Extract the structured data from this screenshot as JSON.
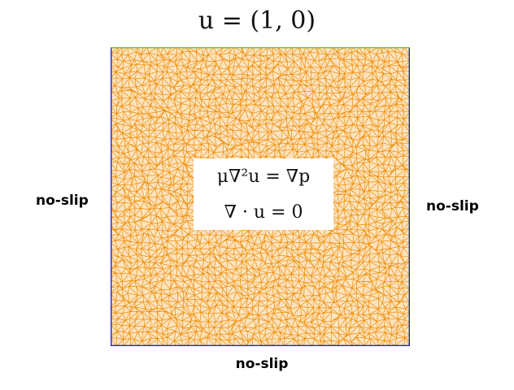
{
  "top_boundary_label": "u = (1, 0)",
  "left_boundary_label": "no-slip",
  "right_boundary_label": "no-slip",
  "bottom_boundary_label": "no-slip",
  "equations": {
    "momentum": "μ∇²u = ∇p",
    "continuity": "∇ · u = 0"
  },
  "colors": {
    "mesh_edges": "#f08c00",
    "top_boundary": "#6fbf3a",
    "side_boundaries": "#2222cc"
  }
}
